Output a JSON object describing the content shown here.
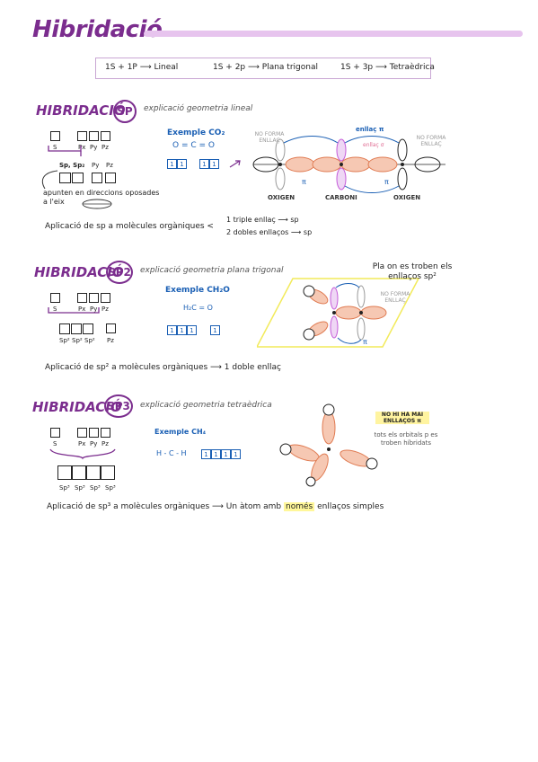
{
  "header": {
    "title": "Hibridació"
  },
  "summary": {
    "item1": "1S + 1P ⟶ Lineal",
    "item2": "1S + 2p ⟶ Plana trigonal",
    "item3": "1S + 3p ⟶ Tetraèdrica"
  },
  "sp": {
    "title": "HIBRIDACIÓ",
    "badge": "SP",
    "subtitle": "explicació geometria lineal",
    "orb_s": "S",
    "orb_px": "Px",
    "orb_py": "Py",
    "orb_pz": "Pz",
    "hyb_label": "Sp, Sp₂",
    "hyb_py": "Py",
    "hyb_pz": "Pz",
    "note": "apunten en direccions oposades a l'eix",
    "example_title": "Exemple CO₂",
    "example_formula": "O = C = O",
    "cells_a": [
      "1",
      "1"
    ],
    "cells_b": [
      "1",
      "1"
    ],
    "no_forma_left": "NO FORMA ENLLAÇ",
    "no_forma_right": "NO FORMA ENLLAÇ",
    "enllac_pi": "enllaç π",
    "enllac_sigma": "enllaç σ",
    "pi_left": "π",
    "pi_right": "π",
    "atom_left": "OXIGEN",
    "atom_mid": "CARBONI",
    "atom_right": "OXIGEN",
    "app_text": "Aplicació de sp a molècules orgàniques <",
    "app_line1": "1 triple enllaç ⟶ sp",
    "app_line2": "2 dobles enllaços ⟶ sp"
  },
  "sp2": {
    "title": "HIBRIDACIÓ",
    "badge": "SP2",
    "subtitle": "explicació geometria plana trigonal",
    "orb_s": "S",
    "orb_px": "Px",
    "orb_py": "Py",
    "orb_pz": "Pz",
    "hyb_labels": [
      "Sp²",
      "Sp²",
      "Sp²"
    ],
    "hyb_pz": "Pz",
    "example_title": "Exemple CH₂O",
    "example_formula": "H₂C = O",
    "cells_a": [
      "1",
      "1",
      "1"
    ],
    "cells_b": [
      "1"
    ],
    "plane_note": "Pla on es troben els enllaços sp²",
    "no_forma": "NO FORMA ENLLAÇ",
    "pi": "π",
    "app_text": "Aplicació de sp² a molècules orgàniques ⟶ 1 doble enllaç"
  },
  "sp3": {
    "title": "HIBRIDACIÓ",
    "badge": "SP3",
    "subtitle": "explicació geometria tetraèdrica",
    "orb_s": "S",
    "orb_px": "Px",
    "orb_py": "Py",
    "orb_pz": "Pz",
    "hyb_labels": [
      "Sp³",
      "Sp³",
      "Sp³",
      "Sp³"
    ],
    "example_title": "Exemple CH₄",
    "example_formula": "H - C - H",
    "cells_a": [
      "1",
      "1",
      "1",
      "1"
    ],
    "no_pi": "NO HI HA MAI ENLLAÇOS π",
    "no_pi_note": "tots els orbitals p es troben híbridats",
    "app_text_pre": "Aplicació de sp³ a molècules orgàniques ⟶ Un àtom amb",
    "app_highlight": "només",
    "app_text_post": "enllaços simples"
  }
}
